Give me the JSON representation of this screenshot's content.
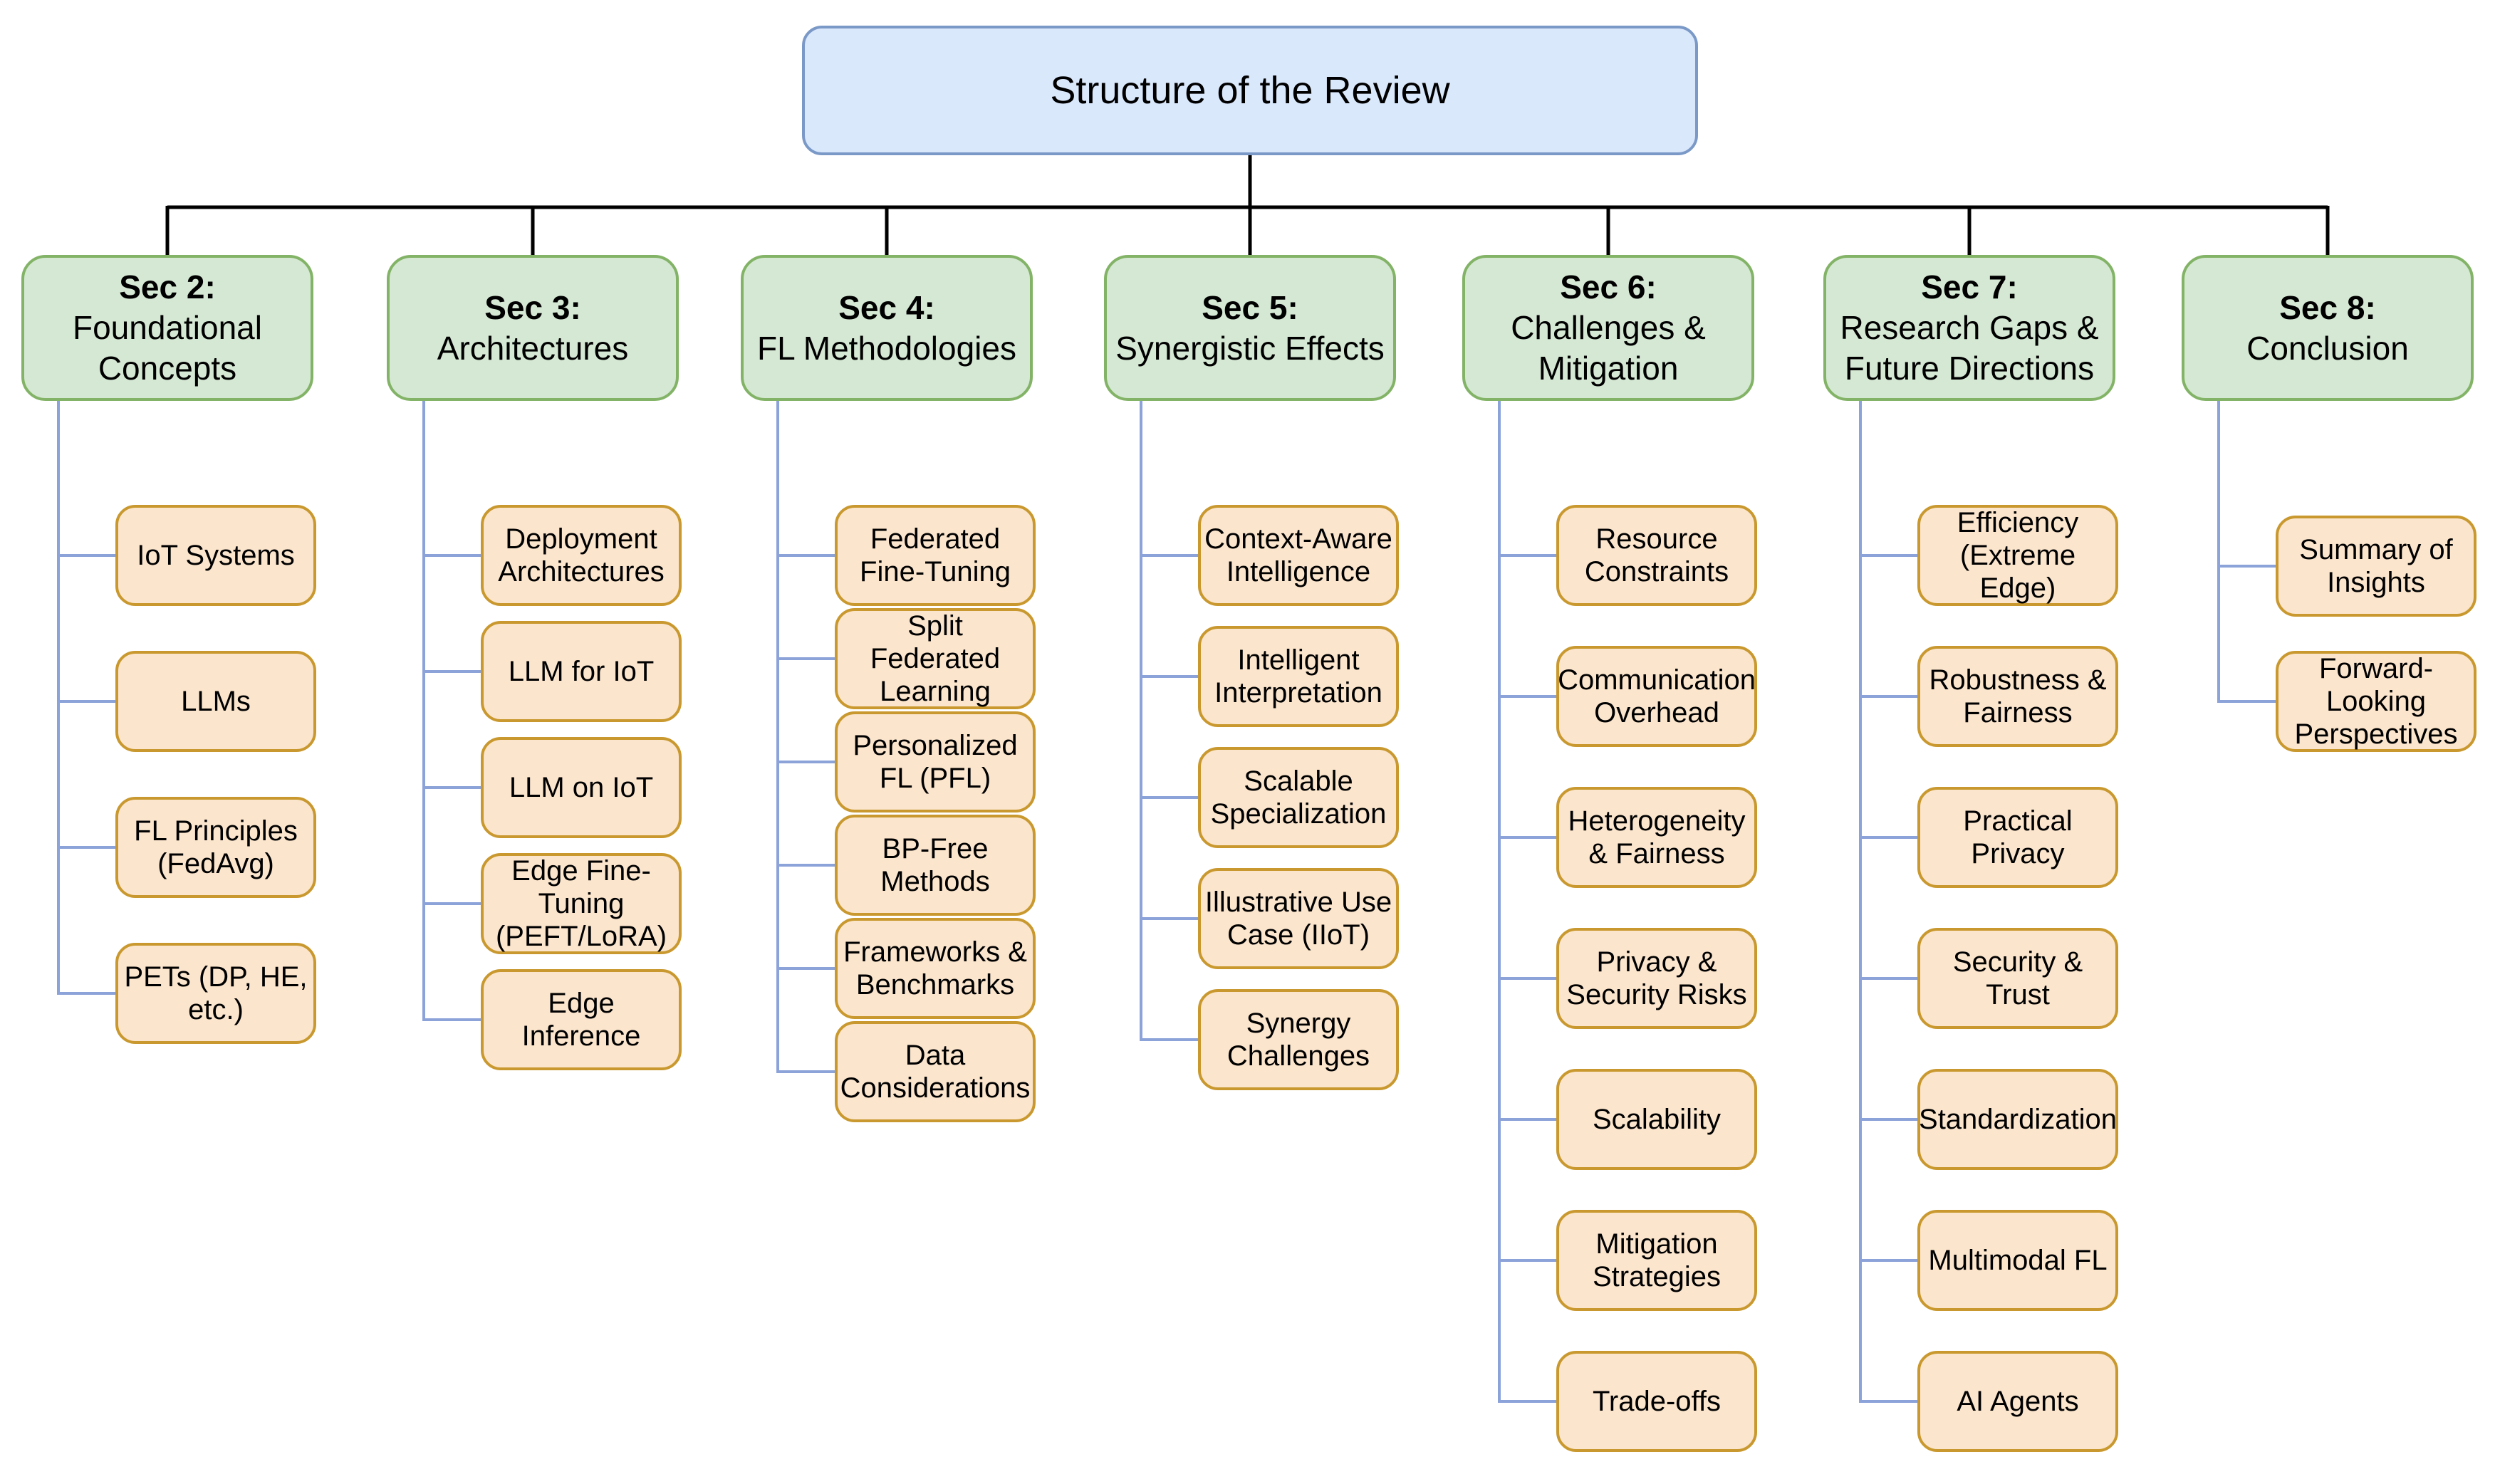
{
  "diagram": {
    "title": "Structure of the Review",
    "colors": {
      "root_fill": "#dae8fc",
      "root_stroke": "#7b99c7",
      "section_fill": "#d5e8d4",
      "section_stroke": "#82b366",
      "topic_fill": "#fbe5cd",
      "topic_stroke": "#c9992f",
      "connector": "#8ca3d9",
      "trunk": "#000000"
    },
    "sections": [
      {
        "sec": "Sec 2:",
        "name": "Foundational Concepts",
        "children": [
          "IoT Systems",
          "LLMs",
          "FL Principles (FedAvg)",
          "PETs (DP, HE, etc.)"
        ]
      },
      {
        "sec": "Sec 3:",
        "name": "Architectures",
        "children": [
          "Deployment Architectures",
          "LLM for IoT",
          "LLM on IoT",
          "Edge Fine-Tuning (PEFT/LoRA)",
          "Edge Inference"
        ]
      },
      {
        "sec": "Sec 4:",
        "name": "FL Methodologies",
        "children": [
          "Federated Fine-Tuning",
          "Split Federated Learning",
          "Personalized FL (PFL)",
          "BP-Free Methods",
          "Frameworks & Benchmarks",
          "Data Considerations"
        ]
      },
      {
        "sec": "Sec 5:",
        "name": "Synergistic Effects",
        "children": [
          "Context-Aware Intelligence",
          "Intelligent Interpretation",
          "Scalable Specialization",
          "Illustrative Use Case (IIoT)",
          "Synergy Challenges"
        ]
      },
      {
        "sec": "Sec 6:",
        "name": "Challenges & Mitigation",
        "children": [
          "Resource Constraints",
          "Communication Overhead",
          "Heterogeneity & Fairness",
          "Privacy & Security Risks",
          "Scalability",
          "Mitigation Strategies",
          "Trade-offs"
        ]
      },
      {
        "sec": "Sec 7:",
        "name": "Research Gaps & Future Directions",
        "children": [
          "Efficiency (Extreme Edge)",
          "Robustness & Fairness",
          "Practical Privacy",
          "Security & Trust",
          "Standardization",
          "Multimodal FL",
          "AI Agents"
        ]
      },
      {
        "sec": "Sec 8:",
        "name": "Conclusion",
        "children": [
          "Summary of Insights",
          "Forward-Looking Perspectives"
        ]
      }
    ]
  }
}
